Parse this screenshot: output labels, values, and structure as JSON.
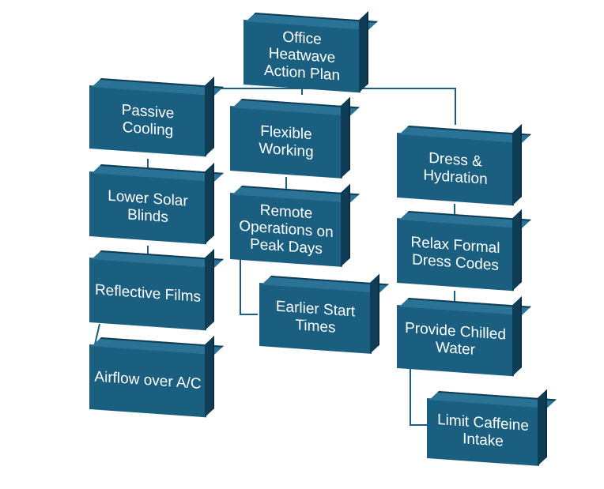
{
  "colors": {
    "box_fill": "#1a5e80",
    "box_side": "#0e3d55",
    "box_top": "#2a7397",
    "connector": "#1a5e80",
    "text": "#ffffff"
  },
  "diagram": {
    "root": "Office Heatwave Action Plan",
    "branches": [
      {
        "label": "Passive Cooling",
        "children": [
          "Lower Solar Blinds",
          "Reflective Films",
          "Airflow over A/C"
        ]
      },
      {
        "label": "Flexible Working",
        "children": [
          "Remote Operations on Peak Days",
          "Earlier Start Times"
        ]
      },
      {
        "label": "Dress & Hydration",
        "children": [
          "Relax Formal Dress Codes",
          "Provide Chilled Water",
          "Limit Caffeine Intake"
        ]
      }
    ]
  }
}
